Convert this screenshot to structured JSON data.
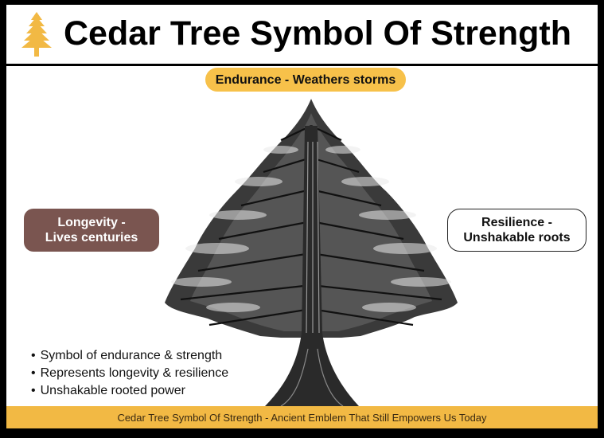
{
  "header": {
    "title": "Cedar Tree Symbol Of Strength",
    "logo_icon": "cedar-tree-icon"
  },
  "labels": {
    "top": "Endurance - Weathers storms",
    "left_line1": "Longevity -",
    "left_line2": "Lives centuries",
    "right_line1": "Resilience -",
    "right_line2": "Unshakable roots"
  },
  "bullets": [
    "Symbol of endurance & strength",
    "Represents longevity & resilience",
    "Unshakable rooted power"
  ],
  "footer": {
    "text": "Cedar Tree Symbol Of Strength - Ancient Emblem That Still Empowers Us Today"
  },
  "colors": {
    "accent": "#f7c14a",
    "footer_bar": "#f2b944",
    "longevity_box": "#7a5550",
    "logo": "#f2b944"
  }
}
